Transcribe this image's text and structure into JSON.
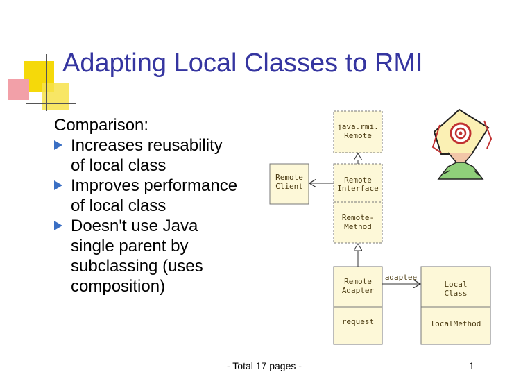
{
  "title": "Adapting Local Classes to RMI",
  "comparison_label": "Comparison:",
  "bullets": [
    {
      "lines": [
        "Increases reusability",
        "of  local class"
      ]
    },
    {
      "lines": [
        "Improves performance",
        "of local class"
      ]
    },
    {
      "lines": [
        "Doesn't use Java",
        "single parent by",
        "subclassing (uses",
        "composition)"
      ]
    }
  ],
  "diagram": {
    "java_rmi_remote": [
      "java.rmi.",
      "Remote"
    ],
    "remote_client": [
      "Remote",
      "Client"
    ],
    "remote_interface": [
      "Remote",
      "Interface"
    ],
    "remote_method": [
      "Remote-",
      "Method"
    ],
    "remote_adapter": [
      "Remote",
      "Adapter"
    ],
    "request": "request",
    "adaptee_label": "adaptee",
    "local_class": [
      "Local",
      "Class"
    ],
    "local_method": "localMethod"
  },
  "footer": {
    "center": "- Total 17 pages -",
    "page_number": "1"
  },
  "colors": {
    "title": "#3535a0",
    "bullet": "#3a6fc4",
    "uml_fill": "#fdf8d8"
  }
}
